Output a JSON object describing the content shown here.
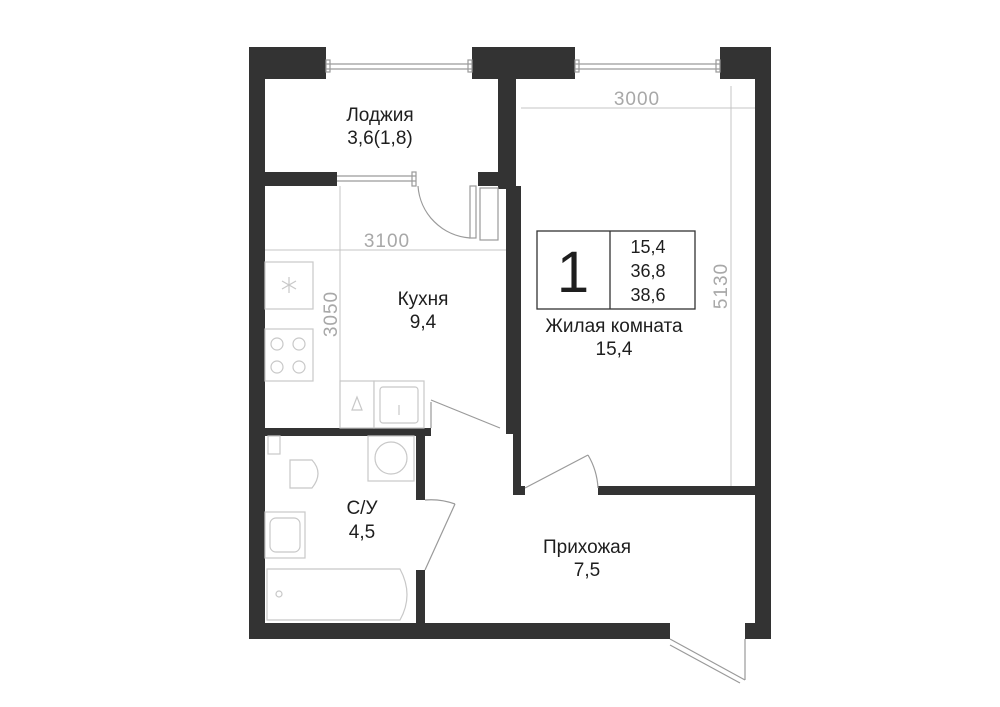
{
  "rooms": {
    "loggia": {
      "name": "Лоджия",
      "area": "3,6(1,8)"
    },
    "kitchen": {
      "name": "Кухня",
      "area": "9,4"
    },
    "living": {
      "name": "Жилая комната",
      "area": "15,4"
    },
    "bathroom": {
      "name": "С/У",
      "area": "4,5"
    },
    "hall": {
      "name": "Прихожая",
      "area": "7,5"
    }
  },
  "dimensions": {
    "living_width": "3000",
    "living_depth": "5130",
    "kitchen_width": "3100",
    "kitchen_depth": "3050"
  },
  "summary": {
    "rooms_count": "1",
    "living_area": "15,4",
    "total_area": "36,8",
    "total_with_loggia": "38,6"
  },
  "colors": {
    "wall": "#333333",
    "text": "#1e1e1e",
    "dimension": "#a8a8a8"
  }
}
